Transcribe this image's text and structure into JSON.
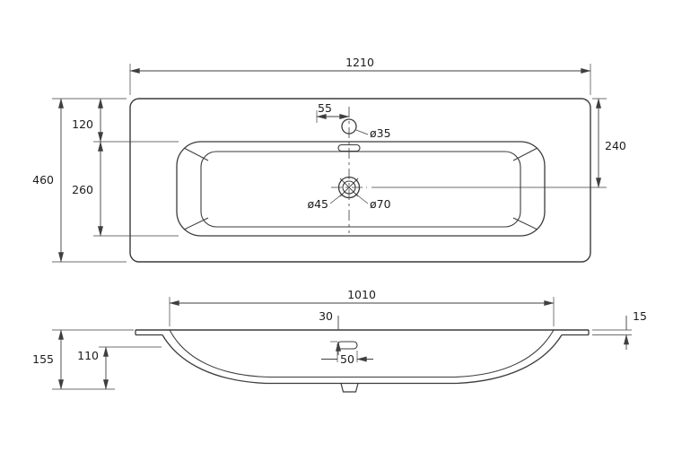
{
  "drawing": {
    "description": "washbasin-technical-drawing",
    "top": {
      "width": "1210",
      "height": "460",
      "back_inset": "120",
      "bowl_depth": "260",
      "drain_from_back": "240",
      "faucet_offset": "55",
      "faucet_hole_dia": "ø35",
      "drain_dia_inner": "ø45",
      "drain_dia_outer": "ø70"
    },
    "front": {
      "bowl_width": "1010",
      "overflow_drop": "30",
      "rim_height": "15",
      "inner_depth": "110",
      "total_height": "155",
      "overflow_width": "50"
    }
  }
}
